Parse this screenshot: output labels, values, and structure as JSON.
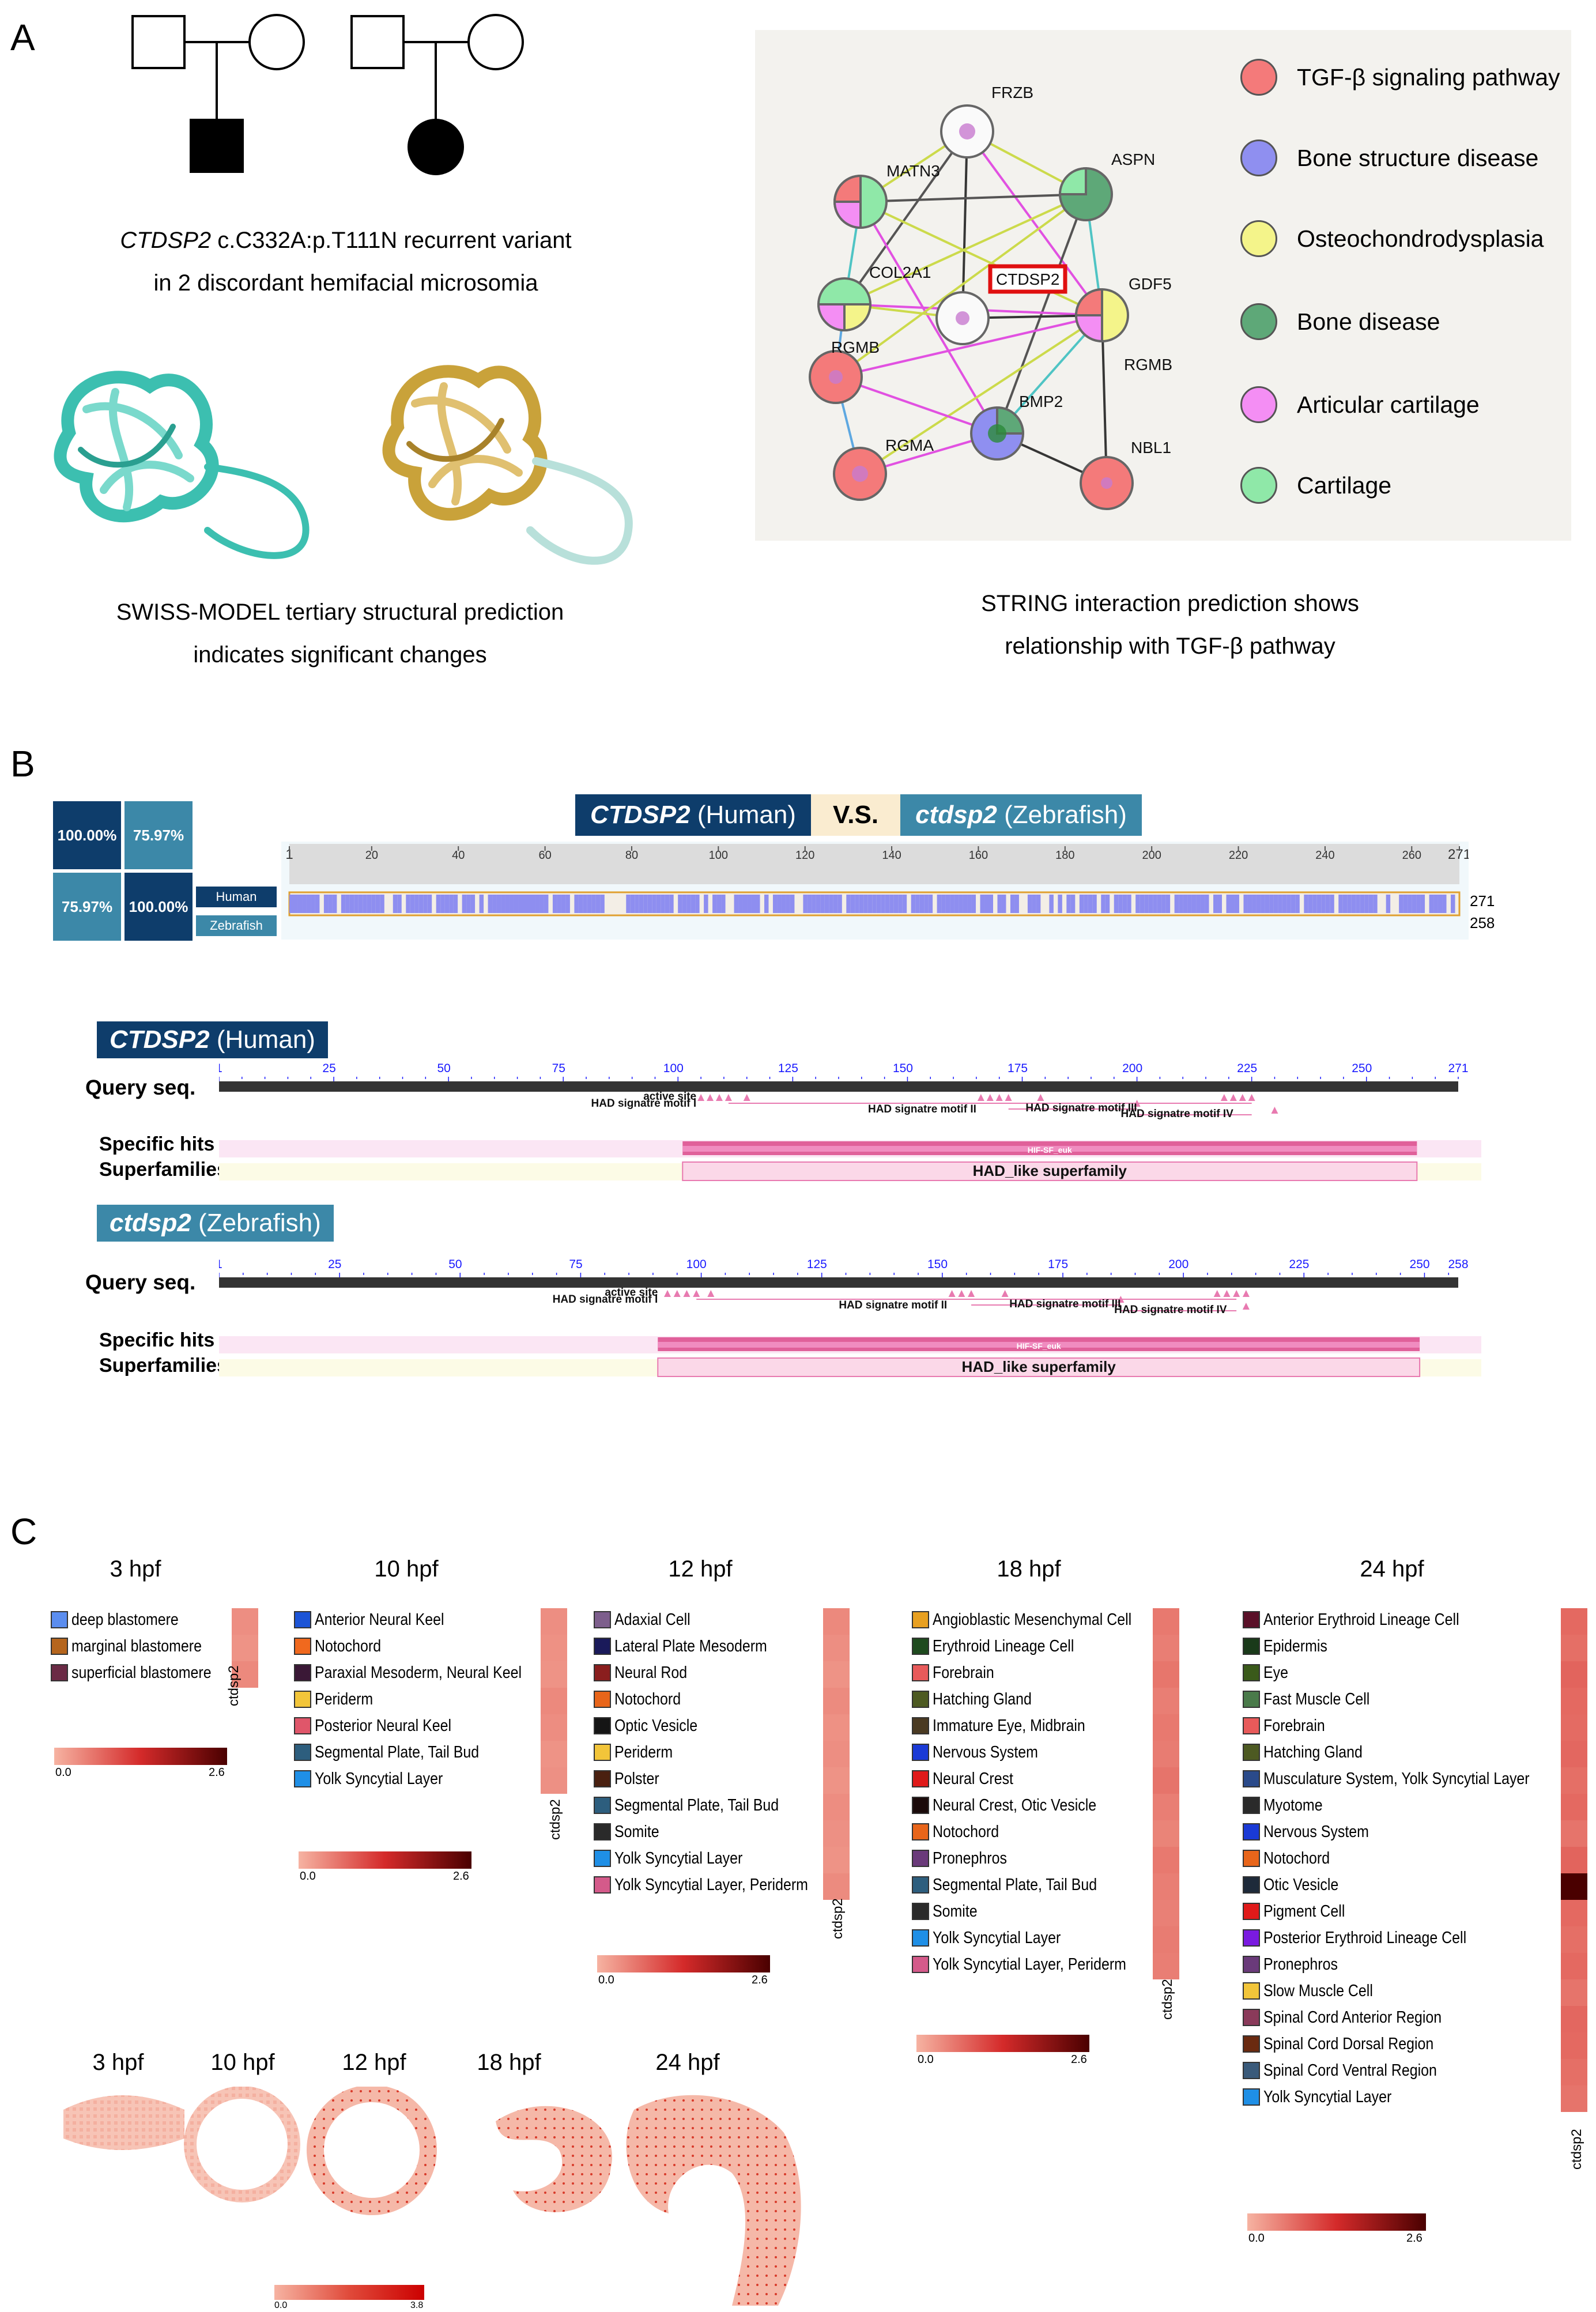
{
  "panel_labels": {
    "a": "A",
    "b": "B",
    "c": "C"
  },
  "panelA": {
    "variant_caption_gene": "CTDSP2",
    "variant_caption_rest": " c.C332A:p.T111N recurrent variant",
    "variant_caption_line2": "in 2 discordant hemifacial microsomia",
    "swiss_caption_line1": "SWISS-MODEL tertiary structural prediction",
    "swiss_caption_line2": "indicates significant changes",
    "string_caption_line1": "STRING interaction prediction shows",
    "string_caption_line2": "relationship with TGF-β pathway",
    "network_nodes": {
      "frzb": "FRZB",
      "matn3": "MATN3",
      "aspn": "ASPN",
      "col2a1": "COL2A1",
      "ctdsp2": "CTDSP2",
      "gdf5": "GDF5",
      "rgmb1": "RGMB",
      "rgmb2": "RGMB",
      "bmp2": "BMP2",
      "rgma": "RGMA",
      "nbl1": "NBL1"
    },
    "string_legend": [
      {
        "label": "TGF-β signaling pathway",
        "color": "#f47a7a"
      },
      {
        "label": "Bone structure disease",
        "color": "#8f8ff0"
      },
      {
        "label": "Osteochondrodysplasia",
        "color": "#f4f48a"
      },
      {
        "label": "Bone disease",
        "color": "#5ea878"
      },
      {
        "label": "Articular cartilage",
        "color": "#f48ef4"
      },
      {
        "label": "Cartilage",
        "color": "#8fe8a8"
      }
    ]
  },
  "panelB": {
    "title_human_gene": "CTDSP2",
    "title_human_sp": " (Human)",
    "title_vs": "V.S.",
    "title_zf_gene": "ctdsp2",
    "title_zf_sp": " (Zebrafish)",
    "identity_matrix": [
      "100.00%",
      "75.97%",
      "75.97%",
      "100.00%"
    ],
    "row_labels": [
      "Human",
      "Zebrafish"
    ],
    "align_ticks": [
      "1",
      "20",
      "40",
      "60",
      "80",
      "100",
      "120",
      "140",
      "160",
      "180",
      "200",
      "220",
      "240",
      "260",
      "271"
    ],
    "align_lengths": [
      "271",
      "258"
    ],
    "human_label_gene": "CTDSP2",
    "human_label_sp": " (Human)",
    "zf_label_gene": "ctdsp2",
    "zf_label_sp": " (Zebrafish)",
    "query_label": "Query seq.",
    "specific_hits_label": "Specific hits",
    "superfamilies_label": "Superfamilies",
    "human_ticks": [
      "1",
      "25",
      "50",
      "75",
      "100",
      "125",
      "150",
      "175",
      "200",
      "225",
      "250",
      "271"
    ],
    "zf_ticks": [
      "1",
      "25",
      "50",
      "75",
      "100",
      "125",
      "150",
      "175",
      "200",
      "225",
      "250",
      "258"
    ],
    "hit_name": "HIF-SF_euk",
    "superfamily_name": "HAD_like superfamily",
    "motifs": {
      "active": "active site",
      "m1": "HAD signatre motif I",
      "m2": "HAD signatre motif II",
      "m3": "HAD signatre motif III",
      "m4": "HAD signatre motif IV"
    }
  },
  "panelC": {
    "stage_titles": [
      "3 hpf",
      "10 hpf",
      "12 hpf",
      "18 hpf",
      "24 hpf"
    ],
    "gene_label": "ctdsp2",
    "scale_min": "0.0",
    "scale_max": "2.6",
    "spatial_scale_max": "3.8",
    "legends": [
      [
        {
          "label": "deep blastomere",
          "color": "#5b8def"
        },
        {
          "label": "marginal blastomere",
          "color": "#b5651d"
        },
        {
          "label": "superficial blastomere",
          "color": "#6b2a45"
        }
      ],
      [
        {
          "label": "Anterior Neural Keel",
          "color": "#1c54d6"
        },
        {
          "label": "Notochord",
          "color": "#f0691e"
        },
        {
          "label": "Paraxial Mesoderm, Neural Keel",
          "color": "#3a1836"
        },
        {
          "label": "Periderm",
          "color": "#f2c53a"
        },
        {
          "label": "Posterior Neural Keel",
          "color": "#e0566a"
        },
        {
          "label": "Segmental Plate, Tail Bud",
          "color": "#2d5e7e"
        },
        {
          "label": "Yolk Syncytial Layer",
          "color": "#1f8fe6"
        }
      ],
      [
        {
          "label": "Adaxial Cell",
          "color": "#7d5e8c"
        },
        {
          "label": "Lateral Plate Mesoderm",
          "color": "#1a1a5a"
        },
        {
          "label": "Neural Rod",
          "color": "#8a1e1e"
        },
        {
          "label": "Notochord",
          "color": "#e8651a"
        },
        {
          "label": "Optic Vesicle",
          "color": "#151515"
        },
        {
          "label": "Periderm",
          "color": "#f2c53a"
        },
        {
          "label": "Polster",
          "color": "#4a2010"
        },
        {
          "label": "Segmental Plate, Tail Bud",
          "color": "#2d5e7e"
        },
        {
          "label": "Somite",
          "color": "#2a2a2a"
        },
        {
          "label": "Yolk Syncytial Layer",
          "color": "#1f8fe6"
        },
        {
          "label": "Yolk Syncytial Layer, Periderm",
          "color": "#d45a8a"
        }
      ],
      [
        {
          "label": "Angioblastic Mesenchymal Cell",
          "color": "#e8a020"
        },
        {
          "label": "Erythroid Lineage Cell",
          "color": "#1e4a1e"
        },
        {
          "label": "Forebrain",
          "color": "#e85a5a"
        },
        {
          "label": "Hatching Gland",
          "color": "#4d5a22"
        },
        {
          "label": "Immature Eye, Midbrain",
          "color": "#4a3a22"
        },
        {
          "label": "Nervous System",
          "color": "#1a3ad6"
        },
        {
          "label": "Neural Crest",
          "color": "#e01a1a"
        },
        {
          "label": "Neural Crest, Otic Vesicle",
          "color": "#1a0a0a"
        },
        {
          "label": "Notochord",
          "color": "#e8651a"
        },
        {
          "label": "Pronephros",
          "color": "#6a3a7a"
        },
        {
          "label": "Segmental Plate, Tail Bud",
          "color": "#2d5e7e"
        },
        {
          "label": "Somite",
          "color": "#2a2a2a"
        },
        {
          "label": "Yolk Syncytial Layer",
          "color": "#1f8fe6"
        },
        {
          "label": "Yolk Syncytial Layer, Periderm",
          "color": "#d45a8a"
        }
      ],
      [
        {
          "label": "Anterior Erythroid Lineage Cell",
          "color": "#5a1028"
        },
        {
          "label": "Epidermis",
          "color": "#1a3a1a"
        },
        {
          "label": "Eye",
          "color": "#3a5a1a"
        },
        {
          "label": "Fast Muscle Cell",
          "color": "#4a7a4a"
        },
        {
          "label": "Forebrain",
          "color": "#e85a5a"
        },
        {
          "label": "Hatching Gland",
          "color": "#4d5a22"
        },
        {
          "label": "Musculature System, Yolk Syncytial Layer",
          "color": "#2a4a8a"
        },
        {
          "label": "Myotome",
          "color": "#2a2a2a"
        },
        {
          "label": "Nervous System",
          "color": "#1a3ad6"
        },
        {
          "label": "Notochord",
          "color": "#e8651a"
        },
        {
          "label": "Otic Vesicle",
          "color": "#1e2a3a"
        },
        {
          "label": "Pigment Cell",
          "color": "#e01a1a"
        },
        {
          "label": "Posterior Erythroid Lineage Cell",
          "color": "#7a1ae0"
        },
        {
          "label": "Pronephros",
          "color": "#6a3a7a"
        },
        {
          "label": "Slow Muscle Cell",
          "color": "#f2c53a"
        },
        {
          "label": "Spinal Cord Anterior Region",
          "color": "#8a3a5a"
        },
        {
          "label": "Spinal Cord Dorsal Region",
          "color": "#6a2a10"
        },
        {
          "label": "Spinal Cord Ventral Region",
          "color": "#3a5a7a"
        },
        {
          "label": "Yolk Syncytial Layer",
          "color": "#1f8fe6"
        }
      ]
    ],
    "heat_values": [
      [
        0.35,
        0.3,
        0.4
      ],
      [
        0.35,
        0.32,
        0.3,
        0.4,
        0.36,
        0.3,
        0.33
      ],
      [
        0.4,
        0.35,
        0.3,
        0.38,
        0.32,
        0.35,
        0.3,
        0.36,
        0.33,
        0.3,
        0.38
      ],
      [
        0.55,
        0.5,
        0.58,
        0.5,
        0.55,
        0.52,
        0.6,
        0.5,
        0.45,
        0.55,
        0.5,
        0.48,
        0.52,
        0.5
      ],
      [
        0.7,
        0.65,
        0.75,
        0.7,
        0.68,
        0.72,
        0.65,
        0.7,
        0.6,
        0.75,
        2.6,
        0.7,
        0.65,
        0.7,
        0.6,
        0.72,
        0.7,
        0.65,
        0.6
      ]
    ]
  }
}
